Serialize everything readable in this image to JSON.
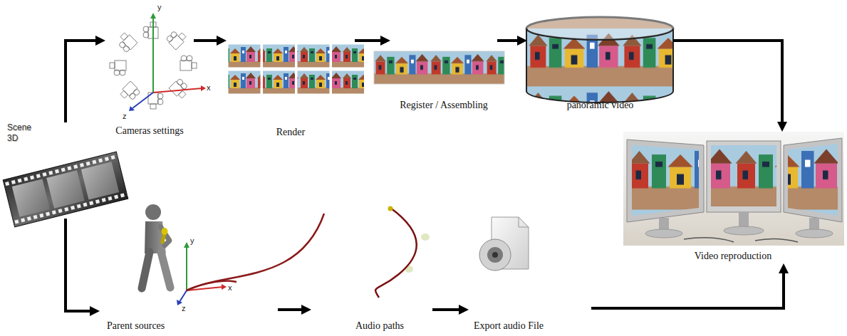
{
  "diagram": {
    "nodes": [
      {
        "text": [
          "Scene 3D"
        ]
      },
      {
        "text": [
          "Cameras settings"
        ]
      },
      {
        "text": [
          "Render"
        ]
      },
      {
        "text": [
          "Register / Assembling"
        ]
      },
      {
        "text": [
          "panoramic video"
        ]
      },
      {
        "text": [
          "Video reproduction"
        ]
      },
      {
        "text": [
          "Parent sources"
        ]
      },
      {
        "text": [
          "Audio paths"
        ]
      },
      {
        "text": [
          "Export audio File"
        ]
      }
    ],
    "edges": [
      {
        "from": 0,
        "to": 1,
        "arrow": "to"
      },
      {
        "from": 1,
        "to": 2,
        "arrow": "to"
      },
      {
        "from": 2,
        "to": 3,
        "arrow": "to"
      },
      {
        "from": 3,
        "to": 4,
        "arrow": "to"
      },
      {
        "from": 4,
        "to": 5,
        "arrow": "to"
      },
      {
        "from": 0,
        "to": 6,
        "arrow": "to"
      },
      {
        "from": 6,
        "to": 7,
        "arrow": "to"
      },
      {
        "from": 7,
        "to": 8,
        "arrow": "to"
      },
      {
        "from": 8,
        "to": 5,
        "arrow": "to"
      }
    ],
    "labels": [
      "y",
      "x",
      "z",
      "y",
      "x",
      "z"
    ]
  }
}
